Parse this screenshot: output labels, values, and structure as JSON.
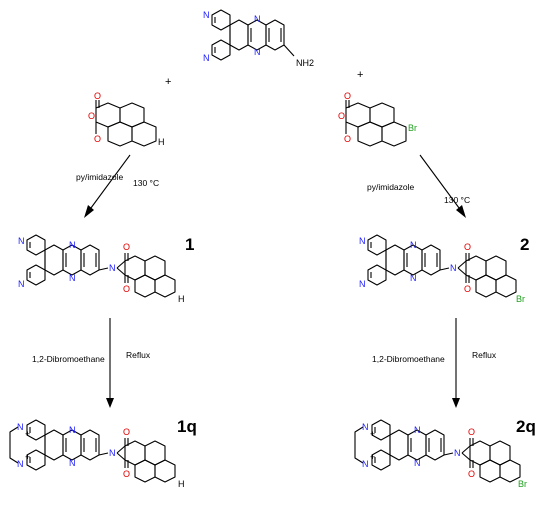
{
  "atoms": {
    "N": "N",
    "O": "O",
    "H": "H",
    "Br": "Br",
    "NH2": "NH2",
    "plus": "+"
  },
  "reagents": {
    "plus_sign": "+"
  },
  "conditions": {
    "step1_solvent": "py/imidazole",
    "step1_temp": "130 °C",
    "step2_reagent": "1,2-Dibromoethane",
    "step2_condition": "Reflux"
  },
  "compounds": {
    "c1": "1",
    "c2": "2",
    "c1q": "1q",
    "c2q": "2q"
  },
  "colors": {
    "nitrogen": "#1a1aff",
    "oxygen": "#e00000",
    "bromine": "#1fa01f",
    "bond": "#000000"
  }
}
